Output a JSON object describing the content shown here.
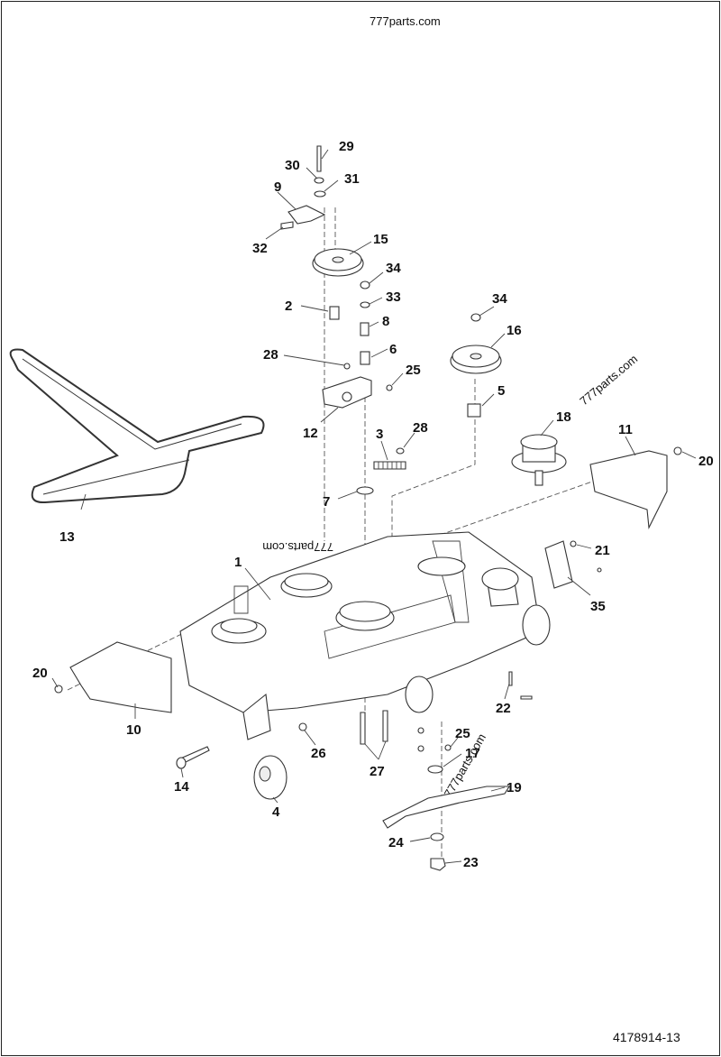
{
  "watermarks": {
    "top": "777parts.com",
    "right": "777parts.com",
    "mirrored": "777parts.com",
    "blade": "777parts.com"
  },
  "document_number": "4178914-13",
  "callouts": {
    "c1": "1",
    "c2": "2",
    "c3": "3",
    "c4": "4",
    "c5": "5",
    "c6": "6",
    "c7": "7",
    "c8": "8",
    "c9": "9",
    "c10": "10",
    "c11": "11",
    "c12": "12",
    "c13": "13",
    "c14": "14",
    "c15": "15",
    "c16": "16",
    "c17": "17",
    "c18": "18",
    "c19": "19",
    "c20a": "20",
    "c20b": "20",
    "c21": "21",
    "c22": "22",
    "c23": "23",
    "c24": "24",
    "c25a": "25",
    "c25b": "25",
    "c26": "26",
    "c27": "27",
    "c28a": "28",
    "c28b": "28",
    "c29": "29",
    "c30": "30",
    "c31": "31",
    "c32": "32",
    "c33": "33",
    "c34a": "34",
    "c34b": "34",
    "c35": "35"
  }
}
